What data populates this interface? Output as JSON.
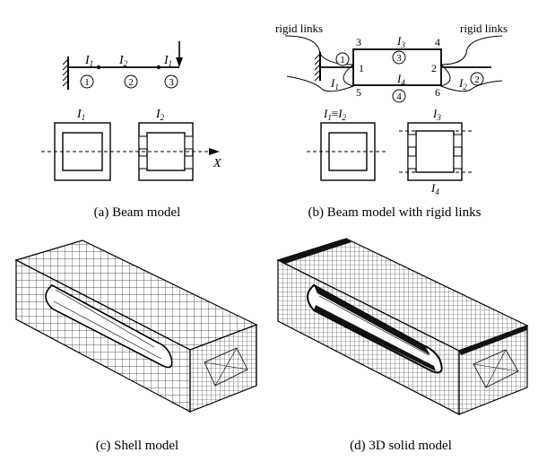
{
  "panels": {
    "a": {
      "caption": "(a) Beam model",
      "beam_labels": [
        "I",
        "1",
        "I",
        "2",
        "I",
        "1"
      ],
      "element_numbers": [
        "1",
        "2",
        "3"
      ],
      "section_labels": [
        {
          "base": "I",
          "sub": "1"
        },
        {
          "base": "I",
          "sub": "2"
        }
      ],
      "axis_label": "X"
    },
    "b": {
      "caption": "(b) Beam model with rigid links",
      "rigid_links_label": "rigid links",
      "node_numbers": [
        "1",
        "2",
        "3",
        "4",
        "5",
        "6"
      ],
      "element_numbers": [
        "1",
        "2",
        "3",
        "4"
      ],
      "beam_labels": [
        {
          "base": "I",
          "sub": "1"
        },
        {
          "base": "I",
          "sub": "2"
        },
        {
          "base": "I",
          "sub": "3"
        },
        {
          "base": "I",
          "sub": "4"
        }
      ],
      "equiv_label": {
        "left": "I",
        "left_sub": "1",
        "sym": "≡",
        "right": "I",
        "right_sub": "2"
      }
    },
    "c": {
      "caption": "(c) Shell model"
    },
    "d": {
      "caption": "(d) 3D solid model"
    }
  }
}
